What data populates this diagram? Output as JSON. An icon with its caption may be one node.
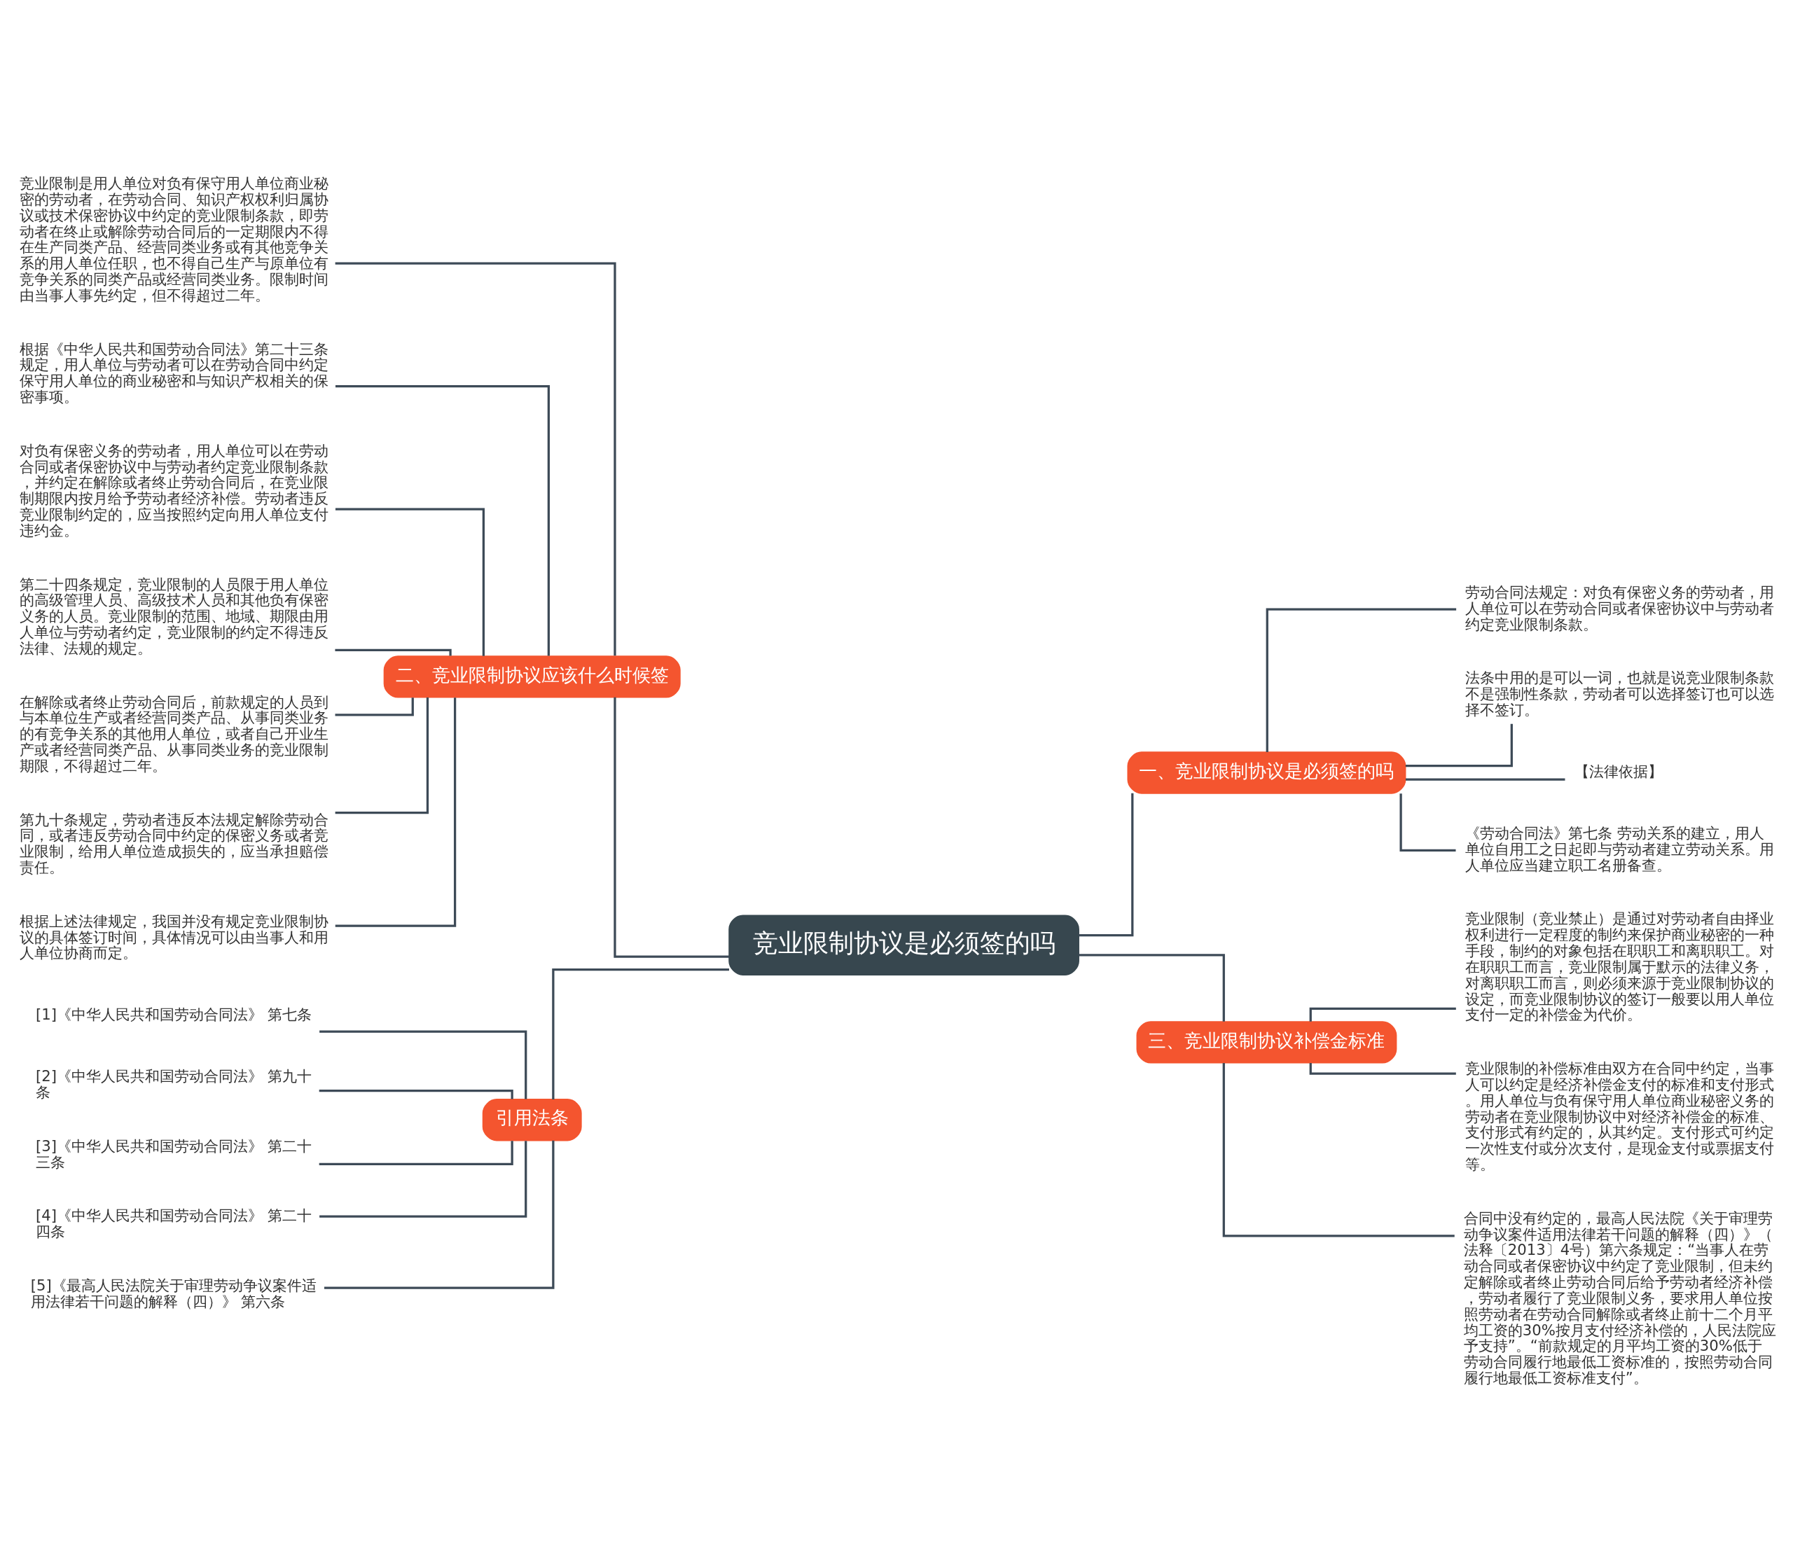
{
  "diagram": {
    "nodes": [
      {
        "text": [
          "竞业限制协议是必须签的吗"
        ]
      },
      {
        "text": [
          "二、竞业限制协议应该什么时候签"
        ]
      },
      {
        "text": [
          "竞业限制是用人单位对负有保守用人单位商业秘密的劳动者，在劳动合同、知识产权权利归属协议或技术保密协议中约定的竞业限制条款，即劳动者在终止或解除劳动合同后的一定期限内不得在生产同类产品、经营同类业务或有其他竞争关系的用人单位任职，也不得自己生产与原单位有竞争关系的同类产品或经营同类业务。限制时间由当事人事先约定，但不得超过二年。"
        ]
      },
      {
        "text": [
          "根据《中华人民共和国劳动合同法》第二十三条规定，用人单位与劳动者可以在劳动合同中约定保守用人单位的商业秘密和与知识产权相关的保密事项。"
        ]
      },
      {
        "text": [
          "对负有保密义务的劳动者，用人单位可以在劳动合同或者保密协议中与劳动者约定竞业限制条款，并约定在解除或者终止劳动合同后，在竞业限制期限内按月给予劳动者经济补偿。劳动者违反竞业限制约定的，应当按照约定向用人单位支付违约金。"
        ]
      },
      {
        "text": [
          "第二十四条规定，竞业限制的人员限于用人单位的高级管理人员、高级技术人员和其他负有保密义务的人员。竞业限制的范围、地域、期限由用人单位与劳动者约定，竞业限制的约定不得违反法律、法规的规定。"
        ]
      },
      {
        "text": [
          "在解除或者终止劳动合同后，前款规定的人员到与本单位生产或者经营同类产品、从事同类业务的有竞争关系的其他用人单位，或者自己开业生产或者经营同类产品、从事同类业务的竞业限制期限，不得超过二年。"
        ]
      },
      {
        "text": [
          "第九十条规定，劳动者违反本法规定解除劳动合同，或者违反劳动合同中约定的保密义务或者竞业限制，给用人单位造成损失的，应当承担赔偿责任。"
        ]
      },
      {
        "text": [
          "根据上述法律规定，我国并没有规定竞业限制协议的具体签订时间，具体情况可以由当事人和用人单位协商而定。"
        ]
      },
      {
        "text": [
          "引用法条"
        ]
      },
      {
        "text": [
          "[1]《中华人民共和国劳动合同法》 第七条"
        ]
      },
      {
        "text": [
          "[2]《中华人民共和国劳动合同法》 第九十条"
        ]
      },
      {
        "text": [
          "[3]《中华人民共和国劳动合同法》 第二十三条"
        ]
      },
      {
        "text": [
          "[4]《中华人民共和国劳动合同法》 第二十四条"
        ]
      },
      {
        "text": [
          "[5]《最高人民法院关于审理劳动争议案件适用法律若干问题的解释（四）》 第六条"
        ]
      },
      {
        "text": [
          "一、竞业限制协议是必须签的吗"
        ]
      },
      {
        "text": [
          "劳动合同法规定：对负有保密义务的劳动者，用人单位可以在劳动合同或者保密协议中与劳动者约定竞业限制条款。"
        ]
      },
      {
        "text": [
          "法条中用的是可以一词，也就是说竞业限制条款不是强制性条款，劳动者可以选择签订也可以选择不签订。"
        ]
      },
      {
        "text": [
          "【法律依据】"
        ]
      },
      {
        "text": [
          "《劳动合同法》第七条 劳动关系的建立，用人单位自用工之日起即与劳动者建立劳动关系。用人单位应当建立职工名册备查。"
        ]
      },
      {
        "text": [
          "三、竞业限制协议补偿金标准"
        ]
      },
      {
        "text": [
          "竞业限制（竞业禁止）是通过对劳动者自由择业权利进行一定程度的制约来保护商业秘密的一种手段，制约的对象包括在职职工和离职职工。对在职职工而言，竞业限制属于默示的法律义务，对离职职工而言，则必须来源于竞业限制协议的设定，而竞业限制协议的签订一般要以用人单位支付一定的补偿金为代价。"
        ]
      },
      {
        "text": [
          "竞业限制的补偿标准由双方在合同中约定，当事人可以约定是经济补偿金支付的标准和支付形式。用人单位与负有保守用人单位商业秘密义务的劳动者在竞业限制协议中对经济补偿金的标准、支付形式有约定的，从其约定。支付形式可约定一次性支付或分次支付，是现金支付或票据支付等。"
        ]
      },
      {
        "text": [
          "合同中没有约定的，最高人民法院《关于审理劳动争议案件适用法律若干问题的解释（四）》（法释〔2013〕4号）第六条规定：“当事人在劳动合同或者保密协议中约定了竞业限制，但未约定解除或者终止劳动合同后给予劳动者经济补偿，劳动者履行了竞业限制义务，要求用人单位按照劳动者在劳动合同解除或者终止前十二个月平均工资的30%按月支付经济补偿的，人民法院应予支持”。“前款规定的月平均工资的30%低于劳动合同履行地最低工资标准的，按照劳动合同履行地最低工资标准支付”。"
        ]
      }
    ],
    "edges": [
      {
        "from": 0,
        "to": 1,
        "arrow": "none"
      },
      {
        "from": 1,
        "to": 2,
        "arrow": "none"
      },
      {
        "from": 1,
        "to": 3,
        "arrow": "none"
      },
      {
        "from": 1,
        "to": 4,
        "arrow": "none"
      },
      {
        "from": 1,
        "to": 5,
        "arrow": "none"
      },
      {
        "from": 1,
        "to": 6,
        "arrow": "none"
      },
      {
        "from": 1,
        "to": 7,
        "arrow": "none"
      },
      {
        "from": 1,
        "to": 8,
        "arrow": "none"
      },
      {
        "from": 0,
        "to": 9,
        "arrow": "none"
      },
      {
        "from": 9,
        "to": 10,
        "arrow": "none"
      },
      {
        "from": 9,
        "to": 11,
        "arrow": "none"
      },
      {
        "from": 9,
        "to": 12,
        "arrow": "none"
      },
      {
        "from": 9,
        "to": 13,
        "arrow": "none"
      },
      {
        "from": 9,
        "to": 14,
        "arrow": "none"
      },
      {
        "from": 0,
        "to": 15,
        "arrow": "none"
      },
      {
        "from": 15,
        "to": 16,
        "arrow": "none"
      },
      {
        "from": 15,
        "to": 17,
        "arrow": "none"
      },
      {
        "from": 15,
        "to": 18,
        "arrow": "none"
      },
      {
        "from": 15,
        "to": 19,
        "arrow": "none"
      },
      {
        "from": 0,
        "to": 20,
        "arrow": "none"
      },
      {
        "from": 20,
        "to": 21,
        "arrow": "none"
      },
      {
        "from": 20,
        "to": 22,
        "arrow": "none"
      },
      {
        "from": 20,
        "to": 23,
        "arrow": "none"
      }
    ]
  }
}
